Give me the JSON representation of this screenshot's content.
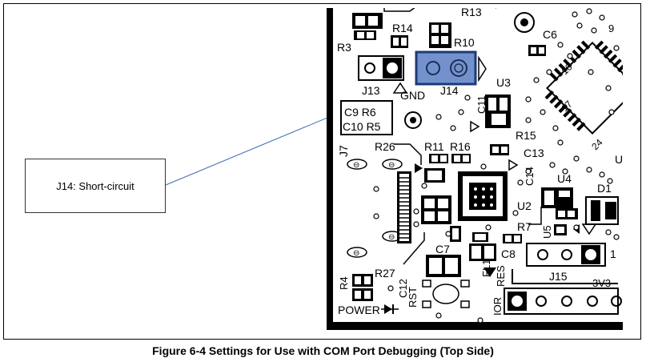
{
  "callout": {
    "label": "J14: Short-circuit"
  },
  "caption": "Figure 6-4   Settings for Use with COM Port Debugging (Top Side)",
  "silkscreen": {
    "r13": "R13",
    "r14": "R14",
    "r10": "R10",
    "r3": "R3",
    "c6": "C6",
    "j13": "J13",
    "j14": "J14",
    "gnd": "GND",
    "u3": "U3",
    "c11": "C11",
    "c9r6": "C9 R6",
    "c10r5": "C10 R5",
    "r15": "R15",
    "j7": "J7",
    "r26": "R26",
    "r11": "R11",
    "r16": "R16",
    "c13": "C13",
    "c14": "C14",
    "u4": "U4",
    "d1": "D1",
    "u2": "U2",
    "r7": "R7",
    "u5": "U5",
    "c7": "C7",
    "c8": "C8",
    "r27": "R27",
    "c12": "C12",
    "fl1": "FL1",
    "res": "RES",
    "j15": "J15",
    "v3v3": "3V3",
    "r4": "R4",
    "rst": "RST",
    "ior": "IOR",
    "power": "POWER",
    "pin9": "9",
    "pin16": "16",
    "pin17": "17",
    "pin24": "24",
    "pin1": "1",
    "u_edge": "U"
  },
  "colors": {
    "highlight": "#5b7fc4",
    "board": "#ffffff",
    "ink": "#000000",
    "leader": "#3a6db0"
  }
}
